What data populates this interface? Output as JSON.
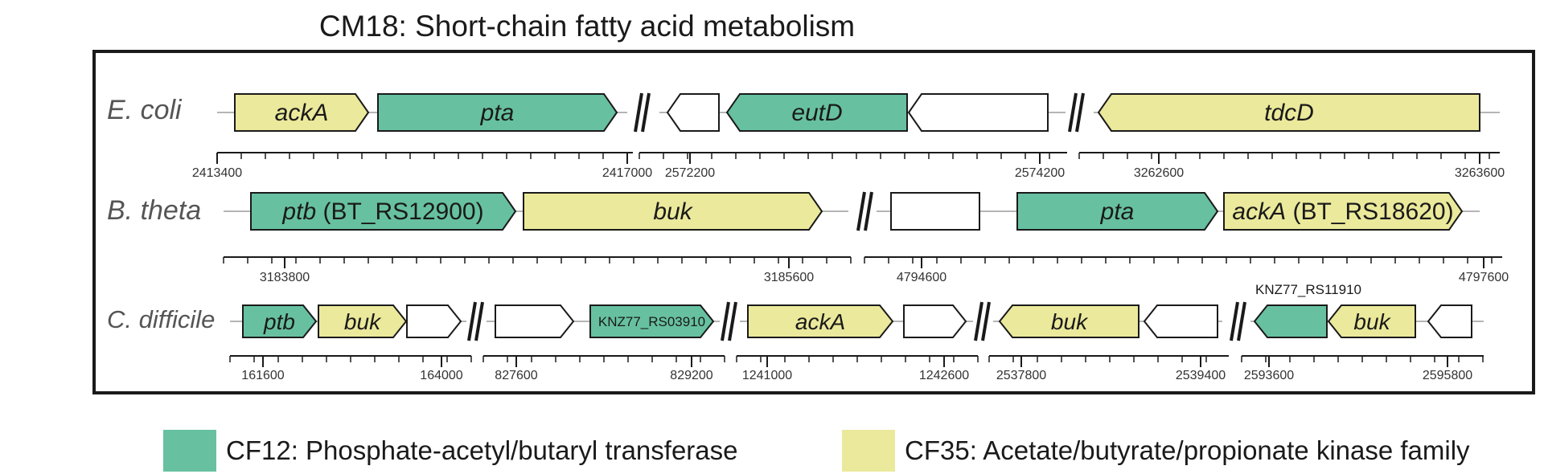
{
  "title": "CM18: Short-chain fatty acid metabolism",
  "colors": {
    "CF12": "#67c1a1",
    "CF35": "#ebe99b",
    "none": "#ffffff",
    "stroke": "#1a1a1a",
    "backbone": "#b5b5b5",
    "organism_text": "#555555"
  },
  "legend": [
    {
      "family": "CF12",
      "label": "CF12: Phosphate-acetyl/butaryl transferase"
    },
    {
      "family": "CF35",
      "label": "CF35: Acetate/butyrate/propionate kinase family"
    }
  ],
  "organisms": [
    {
      "name": "E. coli",
      "genes": [
        {
          "label": "ackA",
          "suffix": "",
          "family": "CF35",
          "dir": "right"
        },
        {
          "label": "pta",
          "suffix": "",
          "family": "CF12",
          "dir": "right"
        },
        {
          "label": "",
          "suffix": "",
          "family": "none",
          "dir": "left"
        },
        {
          "label": "eutD",
          "suffix": "",
          "family": "CF12",
          "dir": "left"
        },
        {
          "label": "",
          "suffix": "",
          "family": "none",
          "dir": "left"
        },
        {
          "label": "tdcD",
          "suffix": "",
          "family": "CF35",
          "dir": "left"
        }
      ],
      "ticks": [
        "2413400",
        "2417000",
        "2572200",
        "2574200",
        "3262600",
        "3263600"
      ]
    },
    {
      "name": "B. theta",
      "genes": [
        {
          "label": "ptb",
          "suffix": " (BT_RS12900)",
          "family": "CF12",
          "dir": "right"
        },
        {
          "label": "buk",
          "suffix": "",
          "family": "CF35",
          "dir": "right"
        },
        {
          "label": "",
          "suffix": "",
          "family": "none",
          "dir": "none"
        },
        {
          "label": "pta",
          "suffix": "",
          "family": "CF12",
          "dir": "right"
        },
        {
          "label": "ackA",
          "suffix": " (BT_RS18620)",
          "family": "CF35",
          "dir": "right"
        }
      ],
      "ticks": [
        "3183800",
        "3185600",
        "4794600",
        "4797600"
      ]
    },
    {
      "name": "C. difficile",
      "genes": [
        {
          "label": "ptb",
          "suffix": "",
          "family": "CF12",
          "dir": "right"
        },
        {
          "label": "buk",
          "suffix": "",
          "family": "CF35",
          "dir": "right"
        },
        {
          "label": "",
          "suffix": "",
          "family": "none",
          "dir": "right"
        },
        {
          "label": "",
          "suffix": "",
          "family": "none",
          "dir": "right"
        },
        {
          "label": "KNZ77_RS03910",
          "suffix": "",
          "family": "CF12",
          "dir": "right"
        },
        {
          "label": "ackA",
          "suffix": "",
          "family": "CF35",
          "dir": "right"
        },
        {
          "label": "",
          "suffix": "",
          "family": "none",
          "dir": "right"
        },
        {
          "label": "buk",
          "suffix": "",
          "family": "CF35",
          "dir": "left"
        },
        {
          "label": "",
          "suffix": "",
          "family": "none",
          "dir": "left"
        },
        {
          "label": "",
          "suffix": "",
          "family": "CF12",
          "dir": "left"
        },
        {
          "label": "buk",
          "suffix": "",
          "family": "CF35",
          "dir": "left"
        },
        {
          "label": "",
          "suffix": "",
          "family": "none",
          "dir": "left"
        }
      ],
      "ticks": [
        "161600",
        "164000",
        "827600",
        "829200",
        "1241000",
        "1242600",
        "2537800",
        "2539400",
        "2593600",
        "2595800"
      ],
      "annotations": [
        "KNZ77_RS11910"
      ]
    }
  ]
}
